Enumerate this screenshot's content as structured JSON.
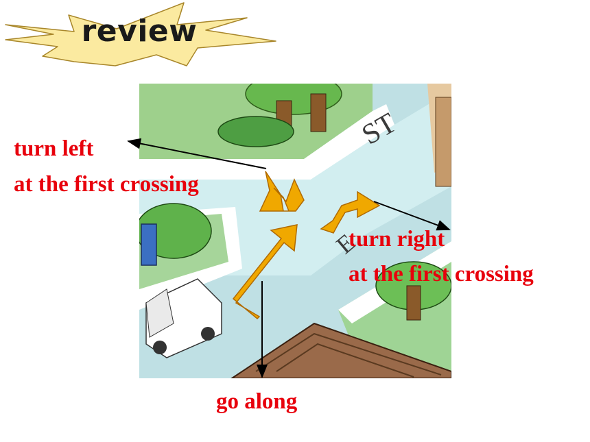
{
  "header": {
    "badge_text": "review"
  },
  "labels": {
    "turn_left_1": "turn left",
    "turn_left_2": "at the first crossing",
    "turn_right_1": "turn right",
    "turn_right_2": "at the first crossing",
    "go_along": "go along"
  },
  "colors": {
    "badge_fill": "#fbeaa0",
    "arrow_fill": "#f0a800",
    "label_text": "#e8000c"
  }
}
